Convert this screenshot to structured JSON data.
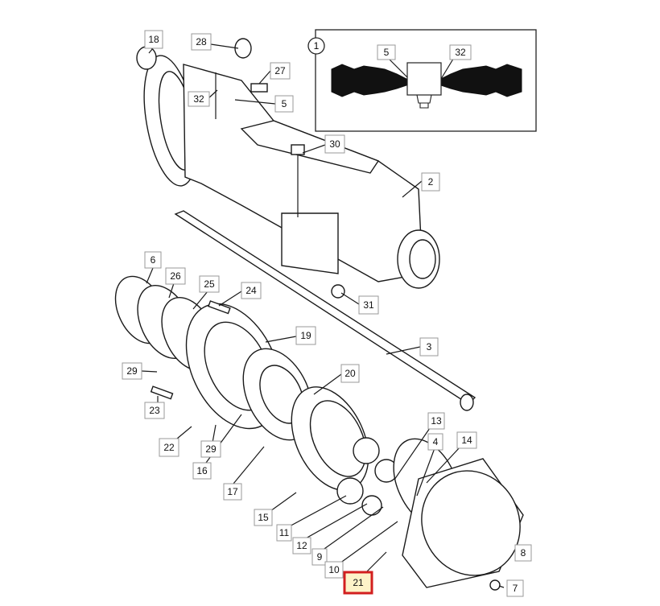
{
  "diagram": {
    "inset_label": "1",
    "inset_callouts": [
      "5",
      "32"
    ],
    "callouts": {
      "c18": "18",
      "c28": "28",
      "c27": "27",
      "c32": "32",
      "c5": "5",
      "c30": "30",
      "c2": "2",
      "c31": "31",
      "c6": "6",
      "c26": "26",
      "c25": "25",
      "c24": "24",
      "c19": "19",
      "c3": "3",
      "c29a": "29",
      "c20": "20",
      "c23": "23",
      "c22": "22",
      "c29b": "29",
      "c16": "16",
      "c17": "17",
      "c13": "13",
      "c4": "4",
      "c14": "14",
      "c15": "15",
      "c11": "11",
      "c12": "12",
      "c9": "9",
      "c10": "10",
      "c8": "8",
      "c21": "21",
      "c7": "7"
    },
    "highlighted_callout": "21",
    "highlight_color": "#d21f1f"
  }
}
